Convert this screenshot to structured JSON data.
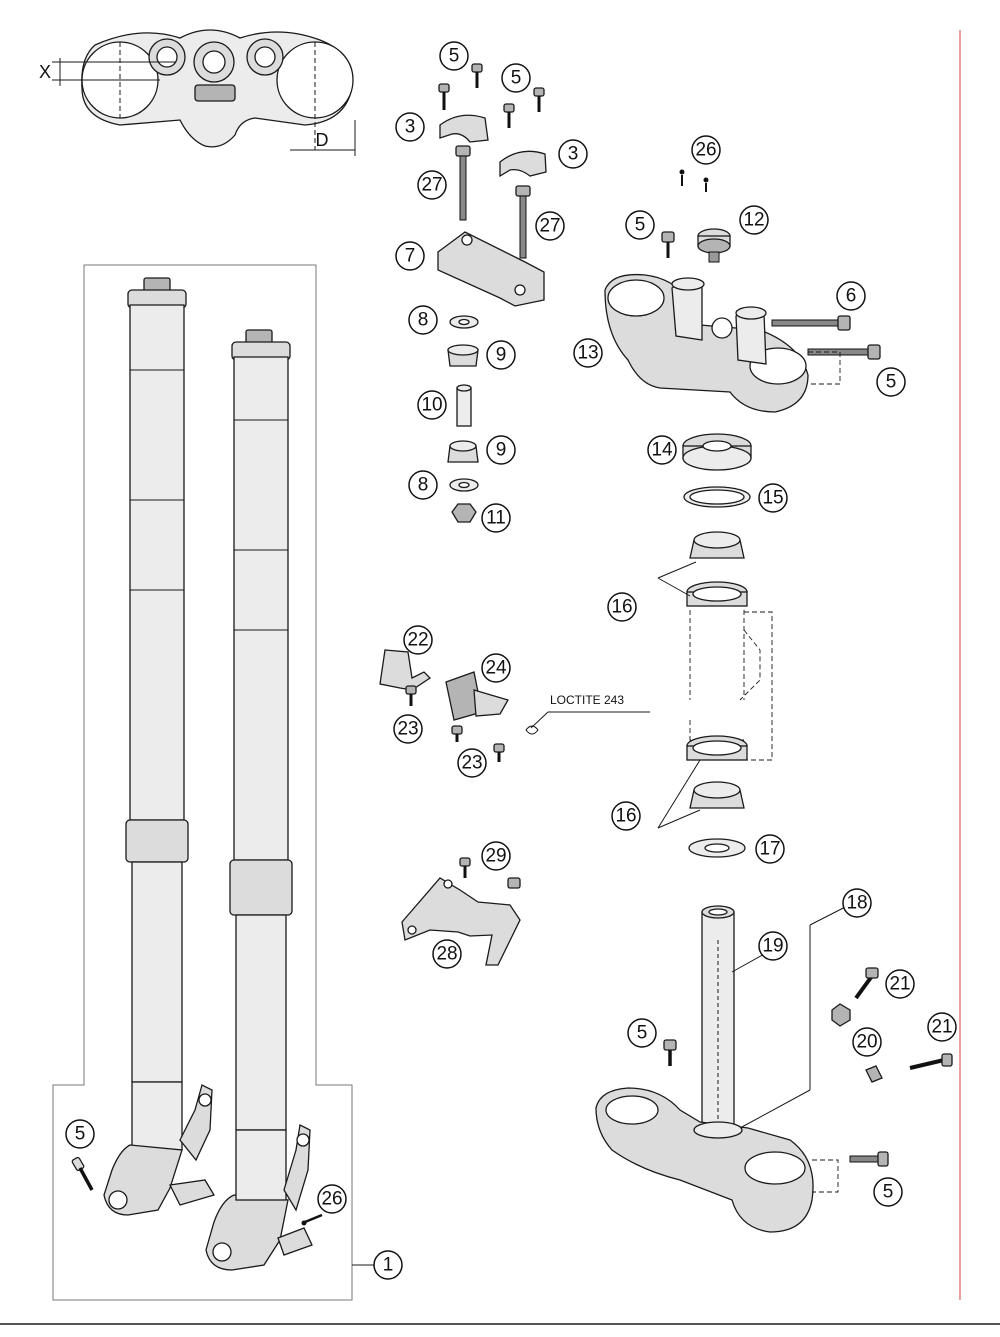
{
  "diagram": {
    "dimension_labels": {
      "x": "X",
      "d": "D"
    },
    "annotation": "LOCTITE 243",
    "callouts": [
      {
        "id": "c5a",
        "label": "5"
      },
      {
        "id": "c5b",
        "label": "5"
      },
      {
        "id": "c3a",
        "label": "3"
      },
      {
        "id": "c3b",
        "label": "3"
      },
      {
        "id": "c27a",
        "label": "27"
      },
      {
        "id": "c27b",
        "label": "27"
      },
      {
        "id": "c7",
        "label": "7"
      },
      {
        "id": "c8a",
        "label": "8"
      },
      {
        "id": "c9a",
        "label": "9"
      },
      {
        "id": "c10",
        "label": "10"
      },
      {
        "id": "c9b",
        "label": "9"
      },
      {
        "id": "c8b",
        "label": "8"
      },
      {
        "id": "c11",
        "label": "11"
      },
      {
        "id": "c26a",
        "label": "26"
      },
      {
        "id": "c5c",
        "label": "5"
      },
      {
        "id": "c12",
        "label": "12"
      },
      {
        "id": "c6",
        "label": "6"
      },
      {
        "id": "c13",
        "label": "13"
      },
      {
        "id": "c5d",
        "label": "5"
      },
      {
        "id": "c14",
        "label": "14"
      },
      {
        "id": "c15",
        "label": "15"
      },
      {
        "id": "c16a",
        "label": "16"
      },
      {
        "id": "c22",
        "label": "22"
      },
      {
        "id": "c24",
        "label": "24"
      },
      {
        "id": "c23a",
        "label": "23"
      },
      {
        "id": "c23b",
        "label": "23"
      },
      {
        "id": "c16b",
        "label": "16"
      },
      {
        "id": "c17",
        "label": "17"
      },
      {
        "id": "c29",
        "label": "29"
      },
      {
        "id": "c28",
        "label": "28"
      },
      {
        "id": "c18",
        "label": "18"
      },
      {
        "id": "c19",
        "label": "19"
      },
      {
        "id": "c21a",
        "label": "21"
      },
      {
        "id": "c5e",
        "label": "5"
      },
      {
        "id": "c20",
        "label": "20"
      },
      {
        "id": "c21b",
        "label": "21"
      },
      {
        "id": "c5f",
        "label": "5"
      },
      {
        "id": "c26b",
        "label": "26"
      },
      {
        "id": "c5g",
        "label": "5"
      },
      {
        "id": "c1",
        "label": "1"
      }
    ]
  }
}
